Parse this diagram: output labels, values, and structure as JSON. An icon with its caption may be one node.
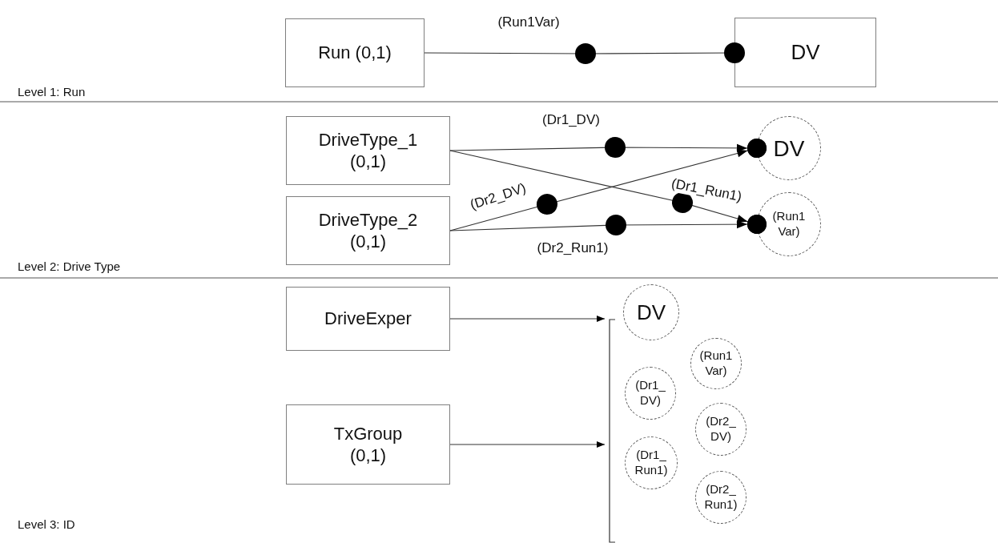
{
  "diagram": {
    "nodes": [
      {
        "text": [
          "Run (0,1)"
        ]
      },
      {
        "text": [
          "DV"
        ]
      },
      {
        "text": [
          "DriveType_1 (0,1)"
        ]
      },
      {
        "text": [
          "DriveType_2 (0,1)"
        ]
      },
      {
        "text": [
          "DV"
        ]
      },
      {
        "text": [
          "(Run1 Var)"
        ]
      },
      {
        "text": [
          "DriveExper"
        ]
      },
      {
        "text": [
          "TxGroup (0,1)"
        ]
      },
      {
        "text": [],
        "shape": "bracket"
      },
      {
        "text": [
          "DV"
        ]
      },
      {
        "text": [
          "(Run1 Var)"
        ]
      },
      {
        "text": [
          "(Dr1_ DV)"
        ]
      },
      {
        "text": [
          "(Dr2_ DV)"
        ]
      },
      {
        "text": [
          "(Dr1_ Run1)"
        ]
      },
      {
        "text": [
          "(Dr2_ Run1)"
        ]
      }
    ],
    "edges": [
      {
        "from": 0,
        "to": 1,
        "arrow": "other",
        "label": "(Run1Var)"
      },
      {
        "from": 2,
        "to": 4,
        "arrow": "to",
        "label": "(Dr1_DV)"
      },
      {
        "from": 2,
        "to": 5,
        "arrow": "to",
        "label": "(Dr1_Run1)"
      },
      {
        "from": 3,
        "to": 4,
        "arrow": "to",
        "label": "(Dr2_DV)"
      },
      {
        "from": 3,
        "to": 5,
        "arrow": "to",
        "label": "(Dr2_Run1)"
      },
      {
        "from": 6,
        "to": 8,
        "arrow": "to"
      },
      {
        "from": 7,
        "to": 8,
        "arrow": "to"
      }
    ],
    "labels": [
      "Level 1: Run",
      "Level 2: Drive Type",
      "Level 3: ID"
    ]
  }
}
